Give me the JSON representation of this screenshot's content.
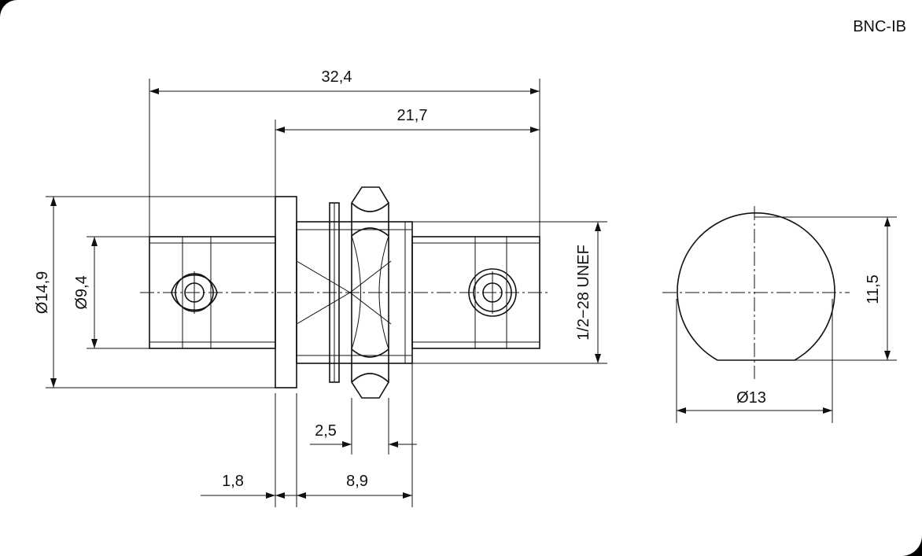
{
  "drawing": {
    "title": "BNC-IB",
    "dimensions": {
      "overall_length": "32,4",
      "body_length": "21,7",
      "flange_diameter": "Ø14,9",
      "body_diameter": "Ø9,4",
      "thread": "1/2−28 UNEF",
      "nut_width": "2,5",
      "flange_thickness": "1,8",
      "panel_length": "8,9",
      "cutout_diameter": "Ø13",
      "cutout_flat": "11,5"
    }
  }
}
